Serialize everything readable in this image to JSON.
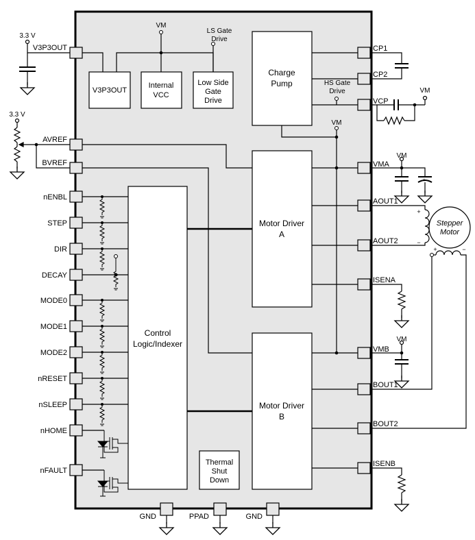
{
  "supplies": {
    "v3p3_top": "3.3 V",
    "v3p3_avref": "3.3 V",
    "vm": "VM"
  },
  "pins_left": {
    "v3p3out": "V3P3OUT",
    "avref": "AVREF",
    "bvref": "BVREF",
    "nenbl": "nENBL",
    "step": "STEP",
    "dir": "DIR",
    "decay": "DECAY",
    "mode0": "MODE0",
    "mode1": "MODE1",
    "mode2": "MODE2",
    "nreset": "nRESET",
    "nsleep": "nSLEEP",
    "nhome": "nHOME",
    "nfault": "nFAULT"
  },
  "pins_right": {
    "cp1": "CP1",
    "cp2": "CP2",
    "vcp": "VCP",
    "vma": "VMA",
    "aout1": "AOUT1",
    "aout2": "AOUT2",
    "isena": "ISENA",
    "vmb": "VMB",
    "bout1": "BOUT1",
    "bout2": "BOUT2",
    "isenb": "ISENB"
  },
  "pins_bottom": {
    "gnd_left": "GND",
    "ppad": "PPAD",
    "gnd_right": "GND"
  },
  "blocks": {
    "v3p3out": "V3P3OUT",
    "internal_vcc": [
      "Internal",
      "VCC"
    ],
    "low_side": [
      "Low Side",
      "Gate",
      "Drive"
    ],
    "ls_gate_label": [
      "LS Gate",
      "Drive"
    ],
    "charge_pump": [
      "Charge",
      "Pump"
    ],
    "hs_gate_label": [
      "HS Gate",
      "Drive"
    ],
    "motor_a": [
      "Motor Driver",
      "A"
    ],
    "motor_b": [
      "Motor Driver",
      "B"
    ],
    "control": [
      "Control",
      "Logic/Indexer"
    ],
    "thermal": [
      "Thermal",
      "Shut",
      "Down"
    ]
  },
  "motor": {
    "label": [
      "Stepper",
      "Motor"
    ],
    "plus": "+",
    "minus": "−"
  }
}
